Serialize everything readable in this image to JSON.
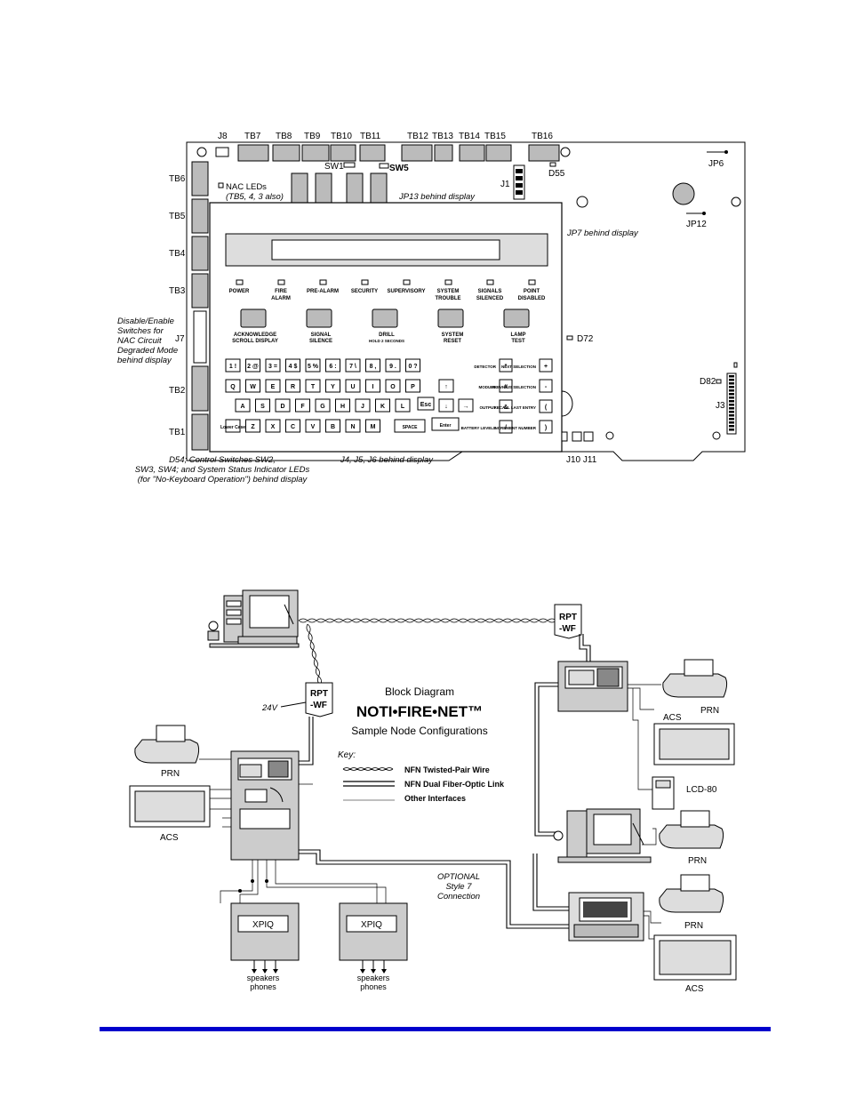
{
  "board": {
    "top_labels": [
      "J8",
      "TB7",
      "TB8",
      "TB9",
      "TB10",
      "TB11",
      "TB12",
      "TB13",
      "TB14",
      "TB15",
      "TB16"
    ],
    "left_labels": [
      "TB6",
      "TB5",
      "TB4",
      "TB3",
      "J7",
      "TB2",
      "TB1"
    ],
    "sw1": "SW1",
    "sw5": "SW5",
    "j1": "J1",
    "d55": "D55",
    "jp6": "JP6",
    "jp12": "JP12",
    "jp13_note": "JP13 behind display",
    "jp7_note": "JP7 behind display",
    "nac_leds": "NAC LEDs",
    "nac_leds_sub": "(TB5, 4, 3 also)",
    "disable_note": [
      "Disable/Enable",
      "Switches for",
      "NAC Circuit",
      "Degraded Mode",
      "behind display"
    ],
    "d72": "D72",
    "d82": "D82",
    "j3": "J3",
    "j10_j11": "J10  J11",
    "bottom_note_left": [
      "D54; Control Switches SW2,",
      "SW3, SW4; and System Status Indicator LEDs",
      "(for \"No-Keyboard Operation\") behind display"
    ],
    "bottom_note_mid": "J4, J5, J6 behind display",
    "leds": [
      [
        "POWER"
      ],
      [
        "FIRE",
        "ALARM"
      ],
      [
        "PRE-ALARM"
      ],
      [
        "SECURITY"
      ],
      [
        "SUPERVISORY"
      ],
      [
        "SYSTEM",
        "TROUBLE"
      ],
      [
        "SIGNALS",
        "SILENCED"
      ],
      [
        "POINT",
        "DISABLED"
      ]
    ],
    "buttons": [
      [
        "ACKNOWLEDGE",
        "SCROLL DISPLAY"
      ],
      [
        "SIGNAL",
        "SILENCE"
      ],
      [
        "DRILL",
        "HOLD 2 SECONDS"
      ],
      [
        "SYSTEM",
        "RESET"
      ],
      [
        "LAMP",
        "TEST"
      ]
    ],
    "keys_row1": [
      "1 !",
      "2 @",
      "3 =",
      "4 $",
      "5 %",
      "6 :",
      "7 \\",
      "8 ,",
      "9 .",
      "0 ?"
    ],
    "keys_row2": [
      "Q",
      "W",
      "E",
      "R",
      "T",
      "Y",
      "U",
      "I",
      "O",
      "P"
    ],
    "keys_row3": [
      "A",
      "S",
      "D",
      "F",
      "G",
      "H",
      "J",
      "K",
      "L"
    ],
    "keys_row4": [
      "Lower Case",
      "Z",
      "X",
      "C",
      "V",
      "B",
      "N",
      "M",
      "SPACE"
    ],
    "enter_label": "Enter",
    "esc_label": "Esc",
    "func_labels": [
      "DETECTOR",
      "MODULE",
      "OUTPUT",
      "BATTERY LEVELS"
    ],
    "func_keys": [
      "*",
      "#",
      "&",
      "/"
    ],
    "right_labels": [
      "NEXT SELECTION",
      "PREVIOUS SELECTION",
      "RECALL LAST ENTRY",
      "INCREMENT NUMBER"
    ],
    "right_keys": [
      "+",
      "-",
      "(",
      ")"
    ]
  },
  "diagram": {
    "title": "Block Diagram",
    "brand": "NOTI•FIRE•NET™",
    "subtitle": "Sample Node Configurations",
    "key_title": "Key:",
    "key_items": [
      "NFN Twisted-Pair Wire",
      "NFN Dual Fiber-Optic Link",
      "Other Interfaces"
    ],
    "rpt_top": [
      "RPT",
      "-WF"
    ],
    "rpt_left": [
      "RPT",
      "-WF"
    ],
    "voltage": "24V",
    "prn": "PRN",
    "acs": "ACS",
    "lcd": "LCD-80",
    "xpiq": "XPIQ",
    "speakers": [
      "speakers",
      "phones"
    ],
    "optional": [
      "OPTIONAL",
      "Style 7",
      "Connection"
    ]
  },
  "colors": {
    "footer_rule": "#0000cc"
  }
}
